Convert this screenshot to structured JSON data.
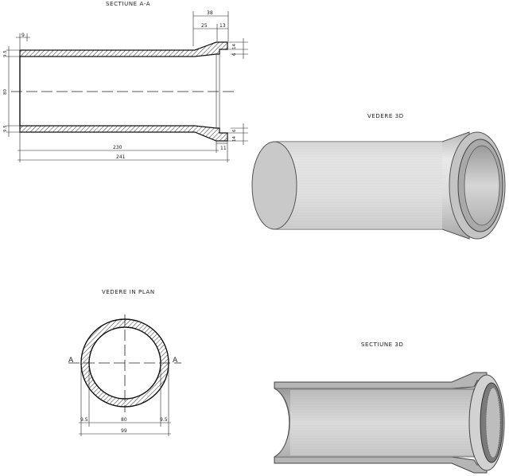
{
  "titles": {
    "section_aa": "SECTIUNE   A-A",
    "view_3d": "VEDERE 3D",
    "plan_view": "VEDERE IN PLAN",
    "section_3d": "SECTIUNE 3D"
  },
  "section_dims": {
    "d38": "38",
    "d25": "25",
    "d13": "13",
    "d9": "9",
    "d95_top": "9.5",
    "d95_bot": "9.5",
    "d80": "80",
    "d230": "230",
    "d241": "241",
    "d11": "11",
    "dr_top1": "14",
    "dr_top2": "6",
    "dr_bot1": "6",
    "dr_bot2": "14"
  },
  "plan": {
    "label_a_left": "A",
    "label_a_right": "A",
    "dim_95_left": "9.5",
    "dim_80": "80",
    "dim_95_right": "9.5",
    "dim_99": "99"
  },
  "colors": {
    "line": "#111111",
    "hatch": "#333333",
    "pipe_light": "#e6e6e6",
    "pipe_mid": "#bdbdbd",
    "pipe_dark": "#8f8f8f"
  }
}
